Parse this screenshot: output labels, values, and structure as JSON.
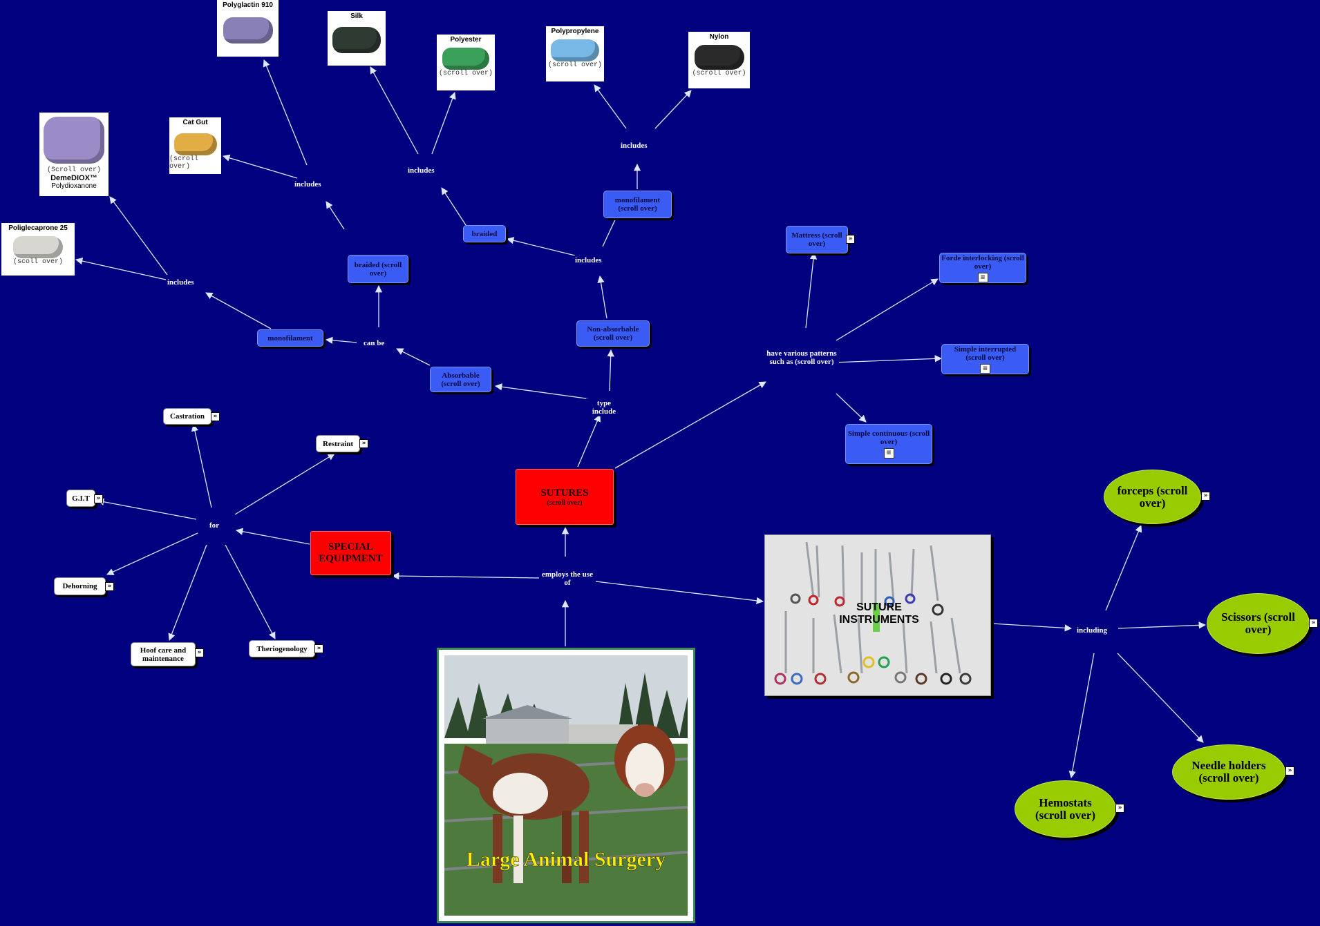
{
  "center": {
    "image_caption": "Large Animal Surgery",
    "link_up": "",
    "employs": "employs the use of"
  },
  "sutures": {
    "title": "SUTURES",
    "sub": "(scroll over)",
    "type_include": "type include",
    "absorbable": "Absorbable (scroll over)",
    "non_absorbable": "Non-absorbable (scroll over)",
    "can_be": "can be",
    "monofilament": "monofilament",
    "braided_scroll": "braided (scroll over)",
    "includes": "includes",
    "braided": "braided",
    "mono_scroll": "monofilament (scroll over)",
    "patterns_label": "have various patterns such as (scroll over)",
    "mattress": "Mattress (scroll over)",
    "forde": "Forde interlocking (scroll over)",
    "simple_int": "Simple interrupted (scroll over)",
    "simple_cont": "Simple continuous (scroll over)"
  },
  "suture_materials": [
    {
      "name": "Polyglactin 910",
      "sub": "",
      "color": "#8a80b8"
    },
    {
      "name": "Silk",
      "sub": "",
      "color": "#2f3a33"
    },
    {
      "name": "Polyester",
      "sub": "(scroll over)",
      "color": "#3aa05a"
    },
    {
      "name": "Polypropylene",
      "sub": "(scroll over)",
      "color": "#78b8e6"
    },
    {
      "name": "Nylon",
      "sub": "(scroll over)",
      "color": "#2a2a2a"
    },
    {
      "name": "Cat Gut",
      "sub": "(scroll over)",
      "color": "#e2ad45"
    },
    {
      "name": "",
      "sub": "(Scroll over)",
      "extra1": "DemeDIOX™",
      "extra2": "Polydioxanone",
      "color": "#9b8bc7"
    },
    {
      "name": "Poliglecaprone 25",
      "sub": "(scoll over)",
      "color": "#d8d6d0"
    }
  ],
  "special": {
    "title": "SPECIAL EQUIPMENT",
    "for": "for",
    "items": [
      "Castration",
      "Restraint",
      "G.I.T",
      "Dehorning",
      "Hoof care and maintenance",
      "Theriogenology"
    ]
  },
  "instruments": {
    "title": "SUTURE INSTRUMENTS",
    "including": "including",
    "items": [
      "forceps (scroll over)",
      "Scissors (scroll over)",
      "Needle holders (scroll over)",
      "Hemostats (scroll over)"
    ]
  },
  "colors": {
    "background": "#01017f",
    "node_blue": "#3a5cf5",
    "node_red": "#ff0000",
    "node_green": "#99cc00"
  }
}
